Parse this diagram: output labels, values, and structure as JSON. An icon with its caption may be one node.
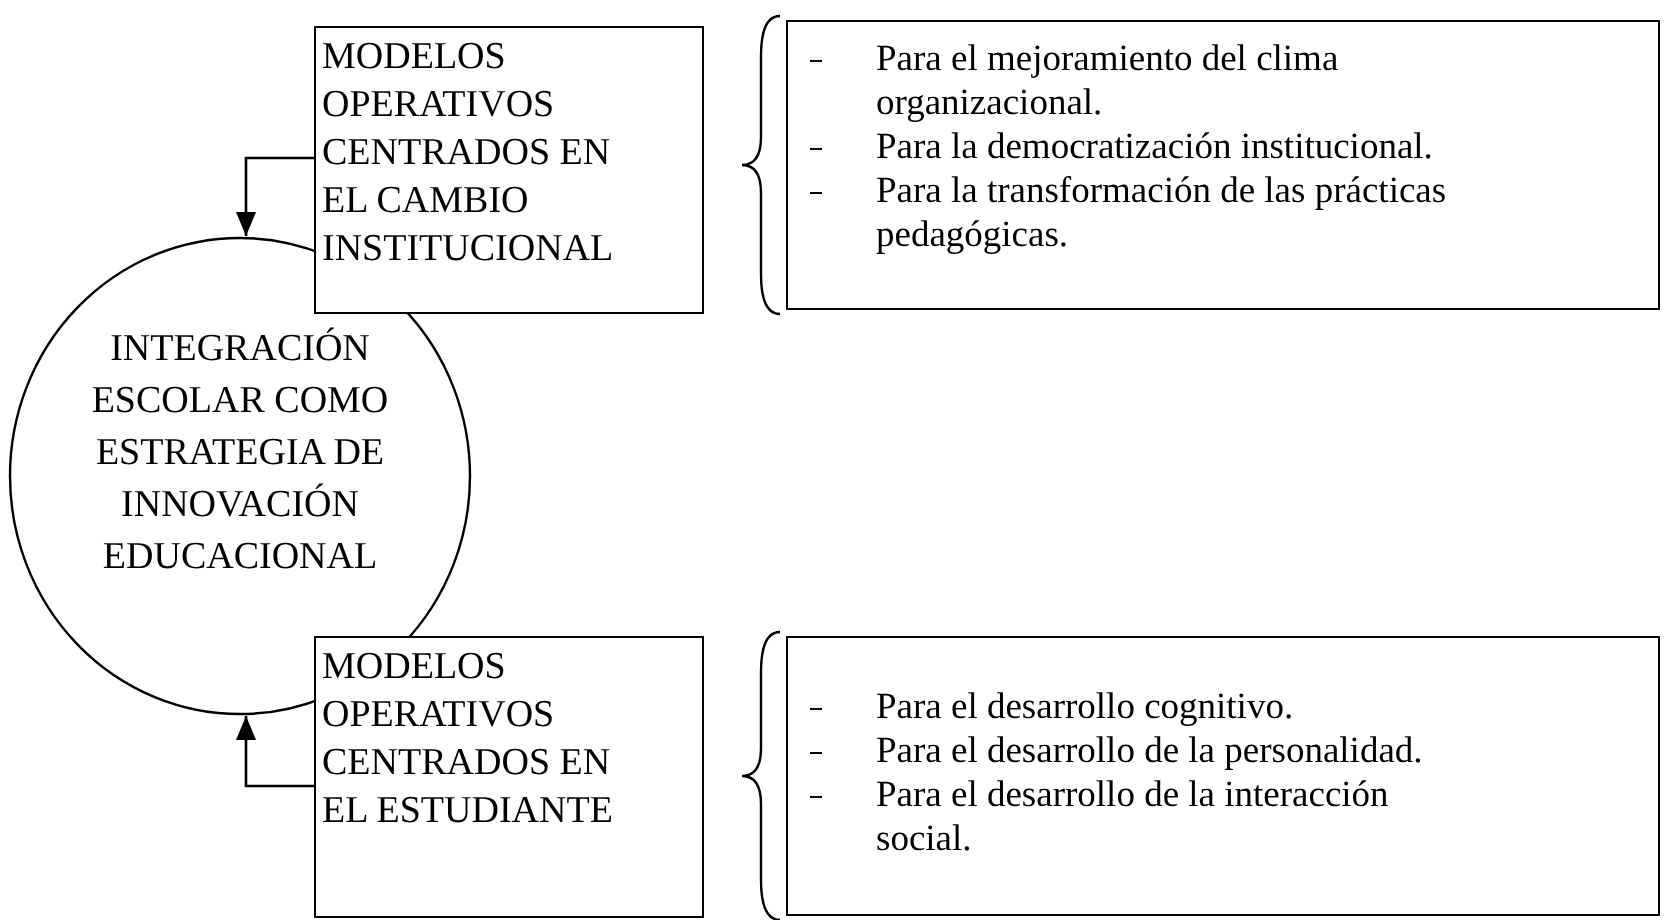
{
  "diagram": {
    "nodes": [
      {
        "text": [
          "MODELOS OPERATIVOS CENTRADOS EN EL CAMBIO INSTITUCIONAL"
        ]
      },
      {
        "text": [
          "Para el mejoramiento del clima organizacional.",
          "Para la democratización institucional.",
          "Para la transformación de las prácticas pedagógicas."
        ]
      },
      {
        "text": [
          "INTEGRACIÓN ESCOLAR COMO ESTRATEGIA DE INNOVACIÓN EDUCACIONAL"
        ]
      },
      {
        "text": [
          "MODELOS OPERATIVOS CENTRADOS EN EL ESTUDIANTE"
        ]
      },
      {
        "text": [
          "Para el desarrollo cognitivo.",
          "Para el desarrollo de la personalidad.",
          "Para el desarrollo de la interacción social."
        ]
      }
    ],
    "edges": [
      {
        "from": 0,
        "to": 2,
        "arrow": "to"
      },
      {
        "from": 3,
        "to": 2,
        "arrow": "to"
      }
    ]
  }
}
